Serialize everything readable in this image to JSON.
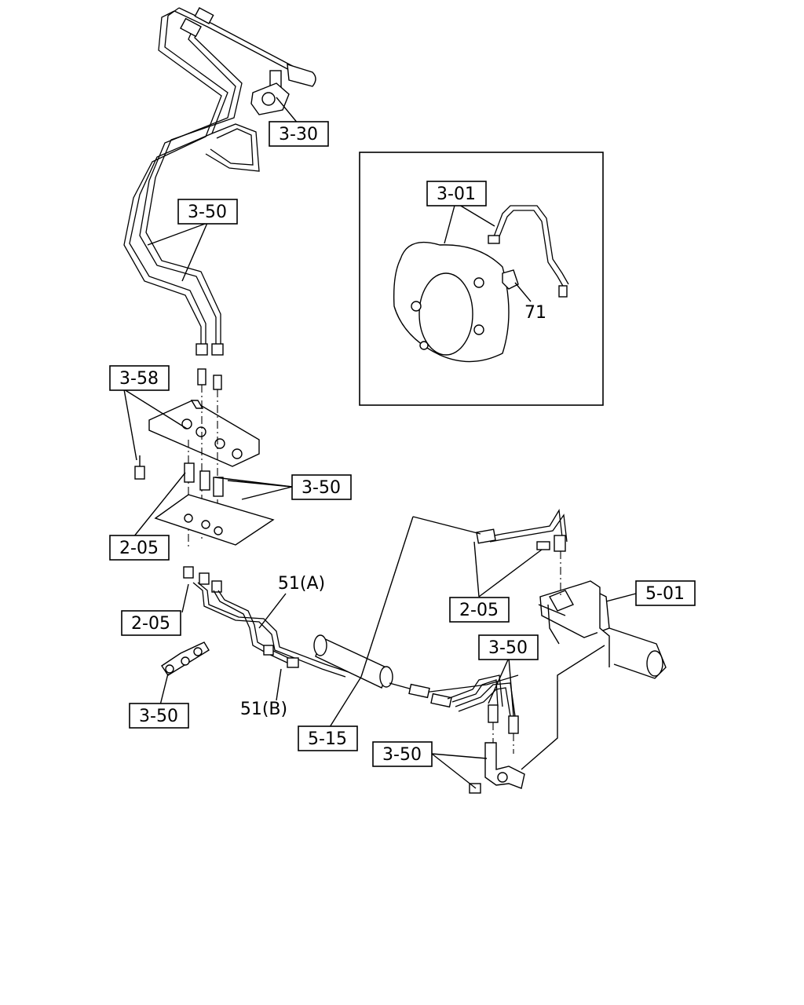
{
  "labels": {
    "l_330": "3-30",
    "l_301": "3-01",
    "l_71": "71",
    "l_350_top": "3-50",
    "l_358": "3-58",
    "l_350_mid": "3-50",
    "l_205_a": "2-05",
    "l_51a": "51(A)",
    "l_205_b": "2-05",
    "l_205_c": "2-05",
    "l_501": "5-01",
    "l_350_right": "3-50",
    "l_350_left": "3-50",
    "l_51b": "51(B)",
    "l_515": "5-15",
    "l_350_bottom": "3-50"
  }
}
